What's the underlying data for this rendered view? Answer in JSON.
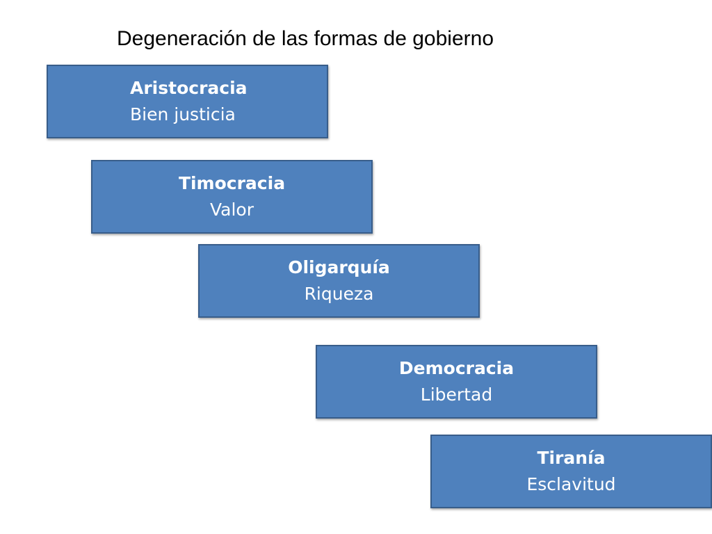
{
  "title": "Degeneración de las formas de gobierno",
  "boxes": [
    {
      "name": "Aristocracia",
      "value": "Bien justicia"
    },
    {
      "name": "Timocracia",
      "value": "Valor"
    },
    {
      "name": "Oligarquía",
      "value": "Riqueza"
    },
    {
      "name": "Democracia",
      "value": "Libertad"
    },
    {
      "name": "Tiranía",
      "value": "Esclavitud"
    }
  ],
  "colors": {
    "box_fill": "#4f81bd",
    "box_border": "#385d8a",
    "box_text": "#ffffff",
    "title_text": "#000000"
  }
}
